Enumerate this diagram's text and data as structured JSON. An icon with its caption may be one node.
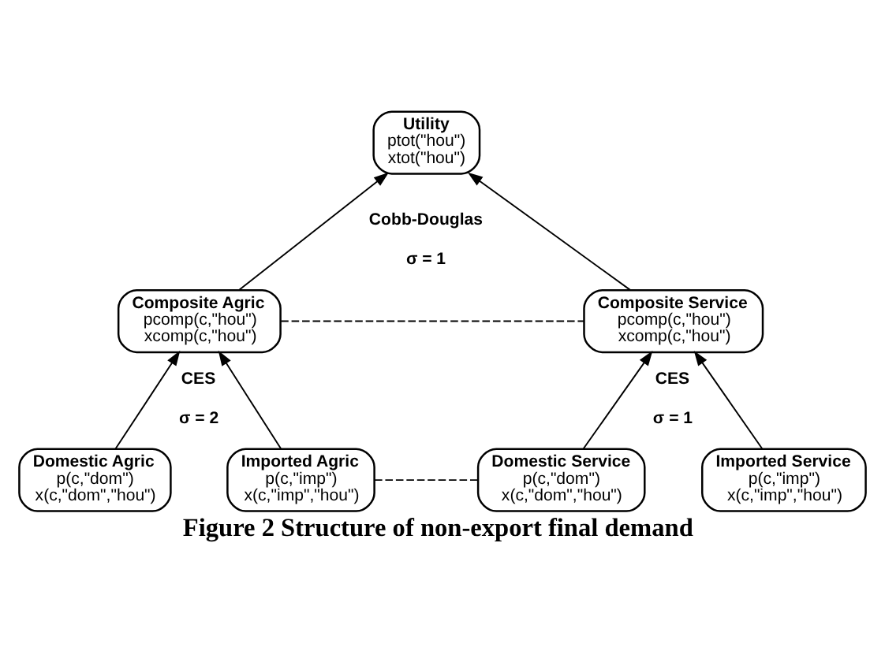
{
  "diagram": {
    "caption": "Figure 2 Structure of non-export final demand",
    "nodes": [
      {
        "text": [
          "Utility",
          "ptot(\"hou\")",
          "xtot(\"hou\")"
        ]
      },
      {
        "text": [
          "Composite Agric",
          "pcomp(c,\"hou\")",
          "xcomp(c,\"hou\")"
        ]
      },
      {
        "text": [
          "Composite Service",
          "pcomp(c,\"hou\")",
          "xcomp(c,\"hou\")"
        ]
      },
      {
        "text": [
          "Domestic Agric",
          "p(c,\"dom\")",
          "x(c,\"dom\",\"hou\")"
        ]
      },
      {
        "text": [
          "Imported Agric",
          "p(c,\"imp\")",
          "x(c,\"imp\",\"hou\")"
        ]
      },
      {
        "text": [
          "Domestic Service",
          "p(c,\"dom\")",
          "x(c,\"dom\",\"hou\")"
        ]
      },
      {
        "text": [
          "Imported Service",
          "p(c,\"imp\")",
          "x(c,\"imp\",\"hou\")"
        ]
      }
    ],
    "edges": [
      {
        "from": 1,
        "to": 0,
        "arrow": "to"
      },
      {
        "from": 2,
        "to": 0,
        "arrow": "to"
      },
      {
        "from": 3,
        "to": 1,
        "arrow": "to"
      },
      {
        "from": 4,
        "to": 1,
        "arrow": "to"
      },
      {
        "from": 5,
        "to": 2,
        "arrow": "to"
      },
      {
        "from": 6,
        "to": 2,
        "arrow": "to"
      },
      {
        "from": 1,
        "to": 2,
        "arrow": "none",
        "style": "dashed"
      },
      {
        "from": 4,
        "to": 5,
        "arrow": "none",
        "style": "dashed"
      }
    ],
    "labels": [
      "Cobb-Douglas",
      "σ = 1",
      "CES",
      "σ = 2",
      "CES",
      "σ = 1"
    ]
  }
}
